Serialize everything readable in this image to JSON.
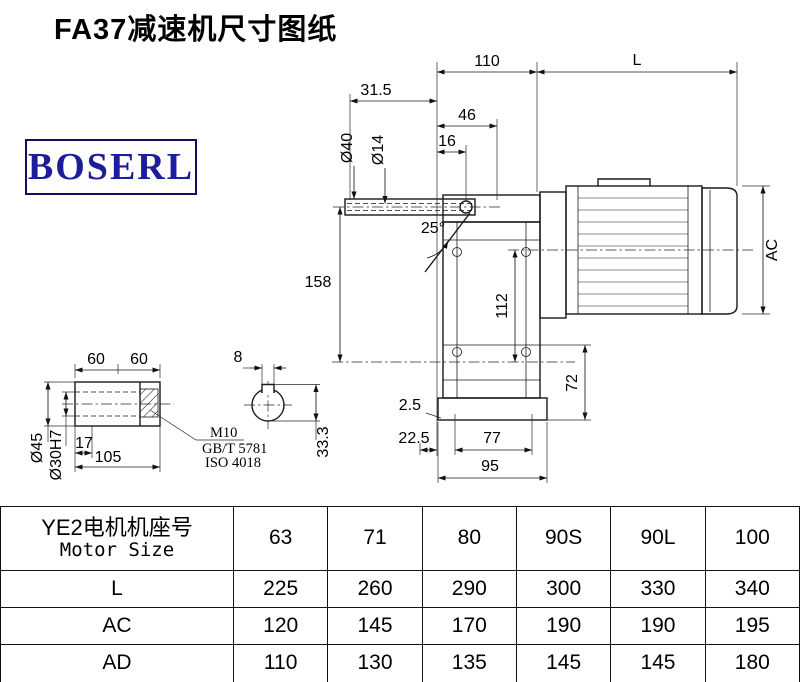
{
  "page": {
    "title": "FA37减速机尺寸图纸"
  },
  "logo": {
    "text": "BOSERL",
    "accent_color": "#1c1c9c"
  },
  "drawing": {
    "main_view": {
      "dim_110": "110",
      "dim_L": "L",
      "dim_31_5": "31.5",
      "dim_46": "46",
      "dim_16": "16",
      "dim_dia40": "Ø40",
      "dim_dia14": "Ø14",
      "dim_angle25": "25°",
      "dim_158": "158",
      "dim_112": "112",
      "dim_AC": "AC",
      "dim_72": "72",
      "dim_2_5": "2.5",
      "dim_22_5": "22.5",
      "dim_77": "77",
      "dim_95": "95"
    },
    "shaft_detail": {
      "dim_60_left": "60",
      "dim_60_right": "60",
      "dim_dia45": "Ø45",
      "dim_dia30H7": "Ø30H7",
      "dim_17": "17",
      "dim_105": "105",
      "note_M10": "M10",
      "note_gb": "GB/T 5781",
      "note_iso": "ISO 4018",
      "dim_8": "8",
      "dim_33_3": "33.3"
    }
  },
  "table": {
    "header_col1_line1": "YE2电机机座号",
    "header_col1_line2": "Motor Size",
    "motor_sizes": [
      "63",
      "71",
      "80",
      "90S",
      "90L",
      "100"
    ],
    "rows": [
      {
        "label": "L",
        "values": [
          "225",
          "260",
          "290",
          "300",
          "330",
          "340"
        ]
      },
      {
        "label": "AC",
        "values": [
          "120",
          "145",
          "170",
          "190",
          "190",
          "195"
        ]
      },
      {
        "label": "AD",
        "values": [
          "110",
          "130",
          "135",
          "145",
          "145",
          "180"
        ]
      }
    ]
  }
}
